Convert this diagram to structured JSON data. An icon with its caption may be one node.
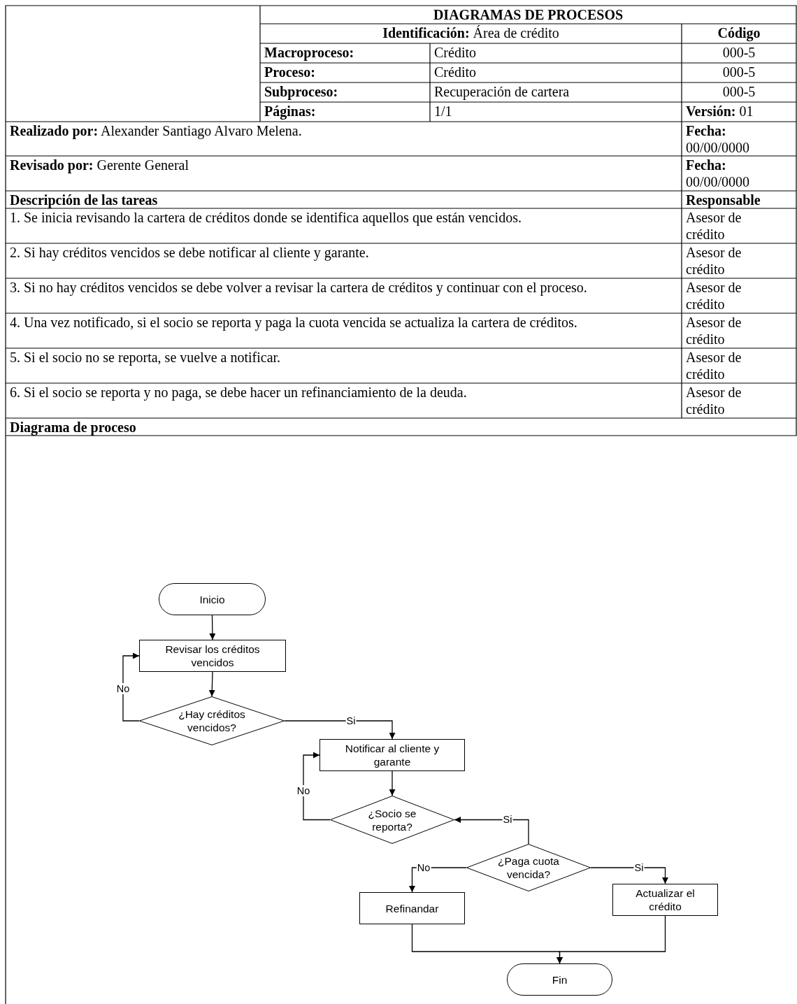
{
  "diagram": {
    "title": "DIAGRAMAS DE PROCESOS",
    "nodes": [
      {
        "text": [
          "Inicio"
        ]
      },
      {
        "text": [
          "Revisar los créditos vencidos"
        ]
      },
      {
        "text": [
          "¿Hay créditos vencidos?"
        ]
      },
      {
        "text": [
          "Notificar al cliente y garante"
        ]
      },
      {
        "text": [
          "¿Socio se reporta?"
        ]
      },
      {
        "text": [
          "¿Paga cuota vencida?"
        ]
      },
      {
        "text": [
          "Refinandar"
        ]
      },
      {
        "text": [
          "Actualizar el crédito"
        ]
      },
      {
        "text": [
          "Fin"
        ]
      }
    ],
    "edges": [
      {
        "from": 0,
        "to": 1,
        "arrow": "to"
      },
      {
        "from": 1,
        "to": 2,
        "arrow": "to"
      },
      {
        "from": 2,
        "to": 1,
        "arrow": "to",
        "label": "No"
      },
      {
        "from": 2,
        "to": 3,
        "arrow": "to",
        "label": "Si"
      },
      {
        "from": 3,
        "to": 4,
        "arrow": "to"
      },
      {
        "from": 4,
        "to": 3,
        "arrow": "to",
        "label": "No"
      },
      {
        "from": 5,
        "to": 4,
        "arrow": "to",
        "label": "Si"
      },
      {
        "from": 5,
        "to": 6,
        "arrow": "to",
        "label": "No"
      },
      {
        "from": 5,
        "to": 7,
        "arrow": "to",
        "label": "Si"
      },
      {
        "from": 6,
        "to": 8,
        "arrow": "to"
      },
      {
        "from": 7,
        "to": 8,
        "arrow": "to"
      }
    ],
    "labels": [
      "**Identificación:** Área de crédito",
      "Código",
      "Macroproceso:",
      "Crédito",
      "000-5",
      "Proceso:",
      "Crédito",
      "000-5",
      "Subproceso:",
      "Recuperación de cartera",
      "000-5",
      "Páginas:",
      "1/1",
      "**Versión:** 01",
      "**Realizado por:** Alexander Santiago Alvaro Melena.",
      "**Fecha:** 00/00/0000",
      "**Revisado por:** Gerente General",
      "**Fecha:** 00/00/0000",
      "Descripción de las tareas",
      "Responsable",
      "1. Se inicia revisando la cartera de créditos donde se identifica aquellos que están vencidos.",
      "Asesor de crédito",
      "2. Si hay créditos vencidos se debe notificar al cliente y garante.",
      "Asesor de crédito",
      "3. Si no hay créditos vencidos se debe volver a revisar la cartera de créditos y continuar con el proceso.",
      "Asesor de crédito",
      "4. Una vez notificado, si el socio se reporta y paga la cuota vencida se actualiza la cartera de créditos.",
      "Asesor de crédito",
      " 5. Si el socio no se reporta, se vuelve a notificar.",
      "Asesor de crédito",
      "6. Si el socio se reporta y no paga, se debe hacer un refinanciamiento de la deuda.",
      "Asesor de crédito",
      "Diagrama de proceso"
    ]
  }
}
